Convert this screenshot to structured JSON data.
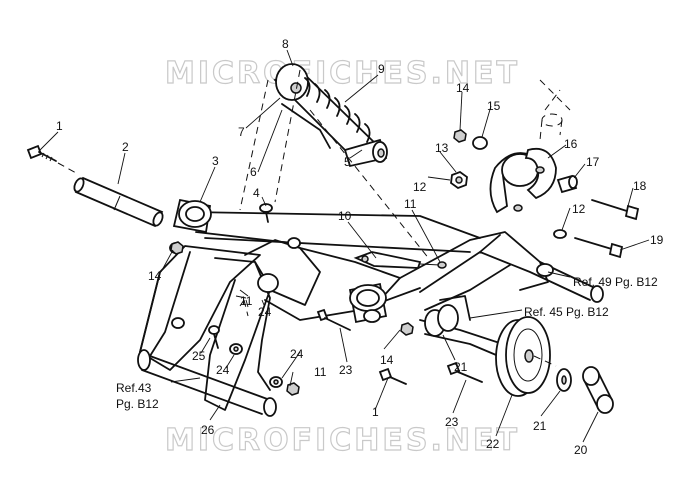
{
  "watermark": "MICROFICHES.NET",
  "callouts": [
    {
      "id": "c1a",
      "text": "1"
    },
    {
      "id": "c2",
      "text": "2"
    },
    {
      "id": "c3",
      "text": "3"
    },
    {
      "id": "c4",
      "text": "4"
    },
    {
      "id": "c5",
      "text": "5"
    },
    {
      "id": "c6",
      "text": "6"
    },
    {
      "id": "c7",
      "text": "7"
    },
    {
      "id": "c8",
      "text": "8"
    },
    {
      "id": "c9",
      "text": "9"
    },
    {
      "id": "c10",
      "text": "10"
    },
    {
      "id": "c11a",
      "text": "11"
    },
    {
      "id": "c11b",
      "text": "11"
    },
    {
      "id": "c11c",
      "text": "11"
    },
    {
      "id": "c12a",
      "text": "12"
    },
    {
      "id": "c12b",
      "text": "12"
    },
    {
      "id": "c13",
      "text": "13"
    },
    {
      "id": "c14a",
      "text": "14"
    },
    {
      "id": "c14b",
      "text": "14"
    },
    {
      "id": "c14c",
      "text": "14"
    },
    {
      "id": "c15",
      "text": "15"
    },
    {
      "id": "c16",
      "text": "16"
    },
    {
      "id": "c17",
      "text": "17"
    },
    {
      "id": "c18",
      "text": "18"
    },
    {
      "id": "c19",
      "text": "19"
    },
    {
      "id": "c20",
      "text": "20"
    },
    {
      "id": "c21a",
      "text": "21"
    },
    {
      "id": "c21b",
      "text": "21"
    },
    {
      "id": "c22",
      "text": "22"
    },
    {
      "id": "c23a",
      "text": "23"
    },
    {
      "id": "c23b",
      "text": "23"
    },
    {
      "id": "c24a",
      "text": "24"
    },
    {
      "id": "c24b",
      "text": "24"
    },
    {
      "id": "c24c",
      "text": "24"
    },
    {
      "id": "c25",
      "text": "25"
    },
    {
      "id": "c26",
      "text": "26"
    },
    {
      "id": "c1b",
      "text": "1"
    }
  ],
  "references": {
    "ref49": "Ref. 49 Pg. B12",
    "ref45": "Ref. 45 Pg. B12",
    "ref43_line1": "Ref.43",
    "ref43_line2": "Pg. B12"
  }
}
